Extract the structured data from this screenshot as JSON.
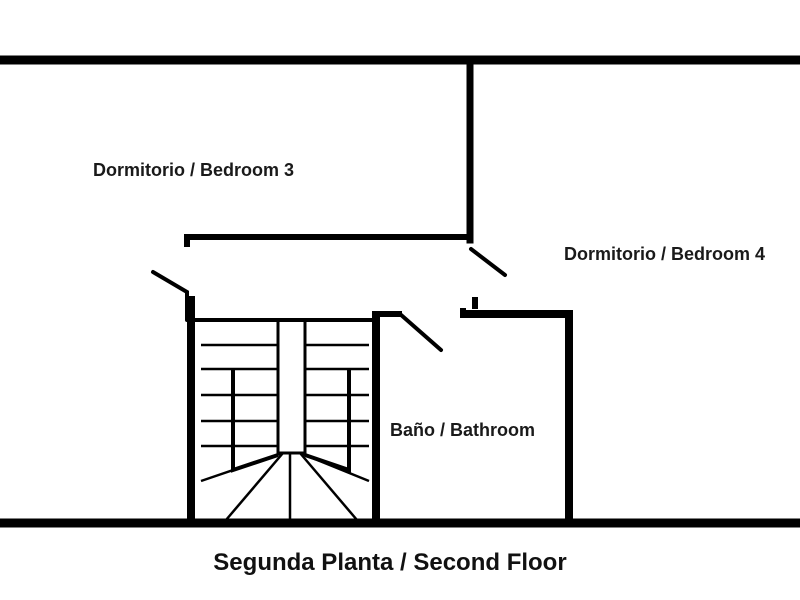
{
  "rooms": {
    "bedroom3": "Dormitorio / Bedroom 3",
    "bedroom4": "Dormitorio / Bedroom 4",
    "bathroom": "Baño / Bathroom"
  },
  "caption": "Segunda Planta / Second Floor",
  "colors": {
    "wall": "#000000",
    "background": "#ffffff"
  }
}
